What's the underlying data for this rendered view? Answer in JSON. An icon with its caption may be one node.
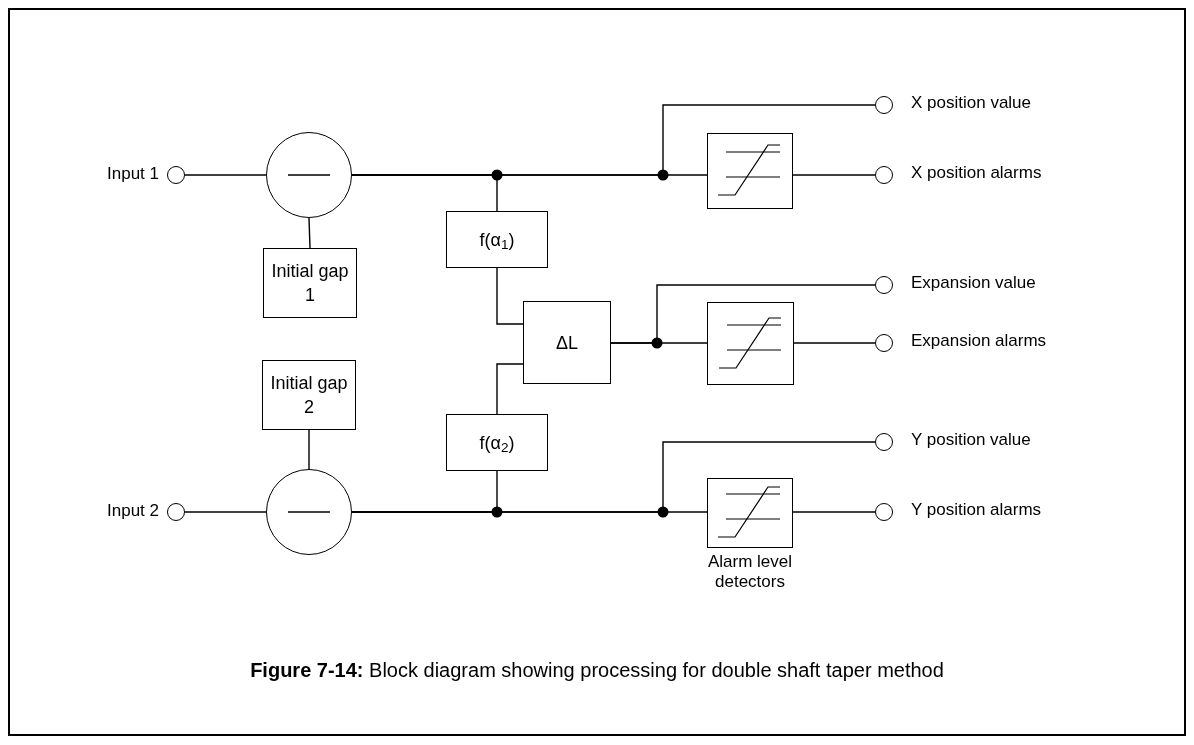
{
  "diagram": {
    "caption": "**Figure 7-14:** Block diagram showing processing for double shaft taper method",
    "nodes": [
      {
        "text": [],
        "shape": "circle",
        "beside": [
          "Input 1"
        ]
      },
      {
        "text": [],
        "shape": "circle"
      },
      {
        "text": [
          "Initial gap 1"
        ]
      },
      {
        "text": [
          "f(α$_{1}$)"
        ]
      },
      {
        "text": [
          "ΔL"
        ]
      },
      {
        "text": [
          "Initial gap 2"
        ]
      },
      {
        "text": [
          "f(α$_{2}$)"
        ]
      },
      {
        "text": [],
        "shape": "circle",
        "beside": [
          "Input 2"
        ]
      },
      {
        "text": [],
        "shape": "circle"
      },
      {
        "text": [],
        "shape": "circle",
        "beside": [
          "X position value"
        ]
      },
      {
        "text": [],
        "shape": "box"
      },
      {
        "text": [],
        "shape": "circle",
        "beside": [
          "X position alarms"
        ]
      },
      {
        "text": [],
        "shape": "circle",
        "beside": [
          "Expansion value"
        ]
      },
      {
        "text": [],
        "shape": "box"
      },
      {
        "text": [],
        "shape": "circle",
        "beside": [
          "Expansion alarms"
        ]
      },
      {
        "text": [],
        "shape": "circle",
        "beside": [
          "Y position value"
        ]
      },
      {
        "text": [],
        "shape": "box",
        "beside": [
          "Alarm level detectors"
        ]
      },
      {
        "text": [],
        "shape": "circle",
        "beside": [
          "Y position alarms"
        ]
      }
    ],
    "edges": [
      {
        "from": 0,
        "to": 1,
        "arrow": "none"
      },
      {
        "from": 2,
        "to": 1,
        "arrow": "none"
      },
      {
        "from": 1,
        "to": 3,
        "arrow": "none"
      },
      {
        "from": 1,
        "to": 10,
        "arrow": "none"
      },
      {
        "from": 1,
        "to": 9,
        "arrow": "none"
      },
      {
        "from": 3,
        "to": 4,
        "arrow": "none"
      },
      {
        "from": 6,
        "to": 4,
        "arrow": "none"
      },
      {
        "from": 4,
        "to": 12,
        "arrow": "none"
      },
      {
        "from": 4,
        "to": 13,
        "arrow": "none"
      },
      {
        "from": 13,
        "to": 14,
        "arrow": "none"
      },
      {
        "from": 5,
        "to": 8,
        "arrow": "none"
      },
      {
        "from": 7,
        "to": 8,
        "arrow": "none"
      },
      {
        "from": 8,
        "to": 6,
        "arrow": "none"
      },
      {
        "from": 8,
        "to": 15,
        "arrow": "none"
      },
      {
        "from": 8,
        "to": 16,
        "arrow": "none"
      },
      {
        "from": 10,
        "to": 11,
        "arrow": "none"
      },
      {
        "from": 16,
        "to": 17,
        "arrow": "none"
      }
    ]
  }
}
